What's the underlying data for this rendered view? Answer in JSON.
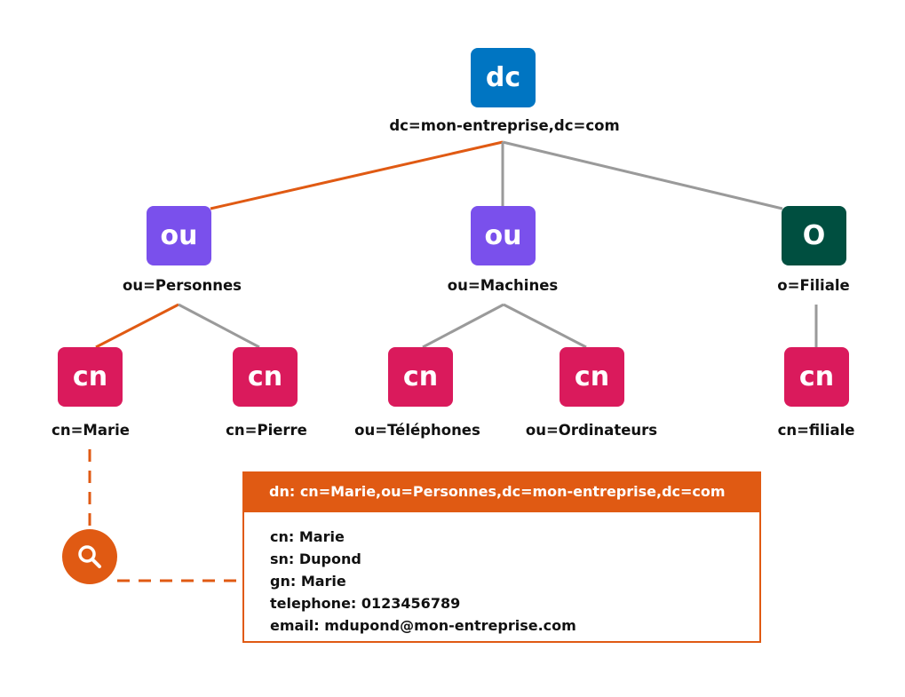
{
  "colors": {
    "dc": "#0075c2",
    "ou": "#7a50ec",
    "o": "#004f40",
    "cn": "#da1a5c",
    "highlight": "#e05a13",
    "line": "#9a9a9a"
  },
  "root": {
    "icon_text": "dc",
    "label": "dc=mon-entreprise,dc=com"
  },
  "level1": [
    {
      "icon_text": "ou",
      "label": "ou=Personnes"
    },
    {
      "icon_text": "ou",
      "label": "ou=Machines"
    },
    {
      "icon_text": "O",
      "label": "o=Filiale"
    }
  ],
  "level2": [
    {
      "icon_text": "cn",
      "label": "cn=Marie"
    },
    {
      "icon_text": "cn",
      "label": "cn=Pierre"
    },
    {
      "icon_text": "cn",
      "label": "ou=Téléphones"
    },
    {
      "icon_text": "cn",
      "label": "ou=Ordinateurs"
    },
    {
      "icon_text": "cn",
      "label": "cn=filiale"
    }
  ],
  "search_icon": "magnifier-icon",
  "entry": {
    "dn": "dn: cn=Marie,ou=Personnes,dc=mon-entreprise,dc=com",
    "attributes": [
      "cn: Marie",
      "sn: Dupond",
      "gn: Marie",
      "telephone: 0123456789",
      "email: mdupond@mon-entreprise.com"
    ]
  }
}
